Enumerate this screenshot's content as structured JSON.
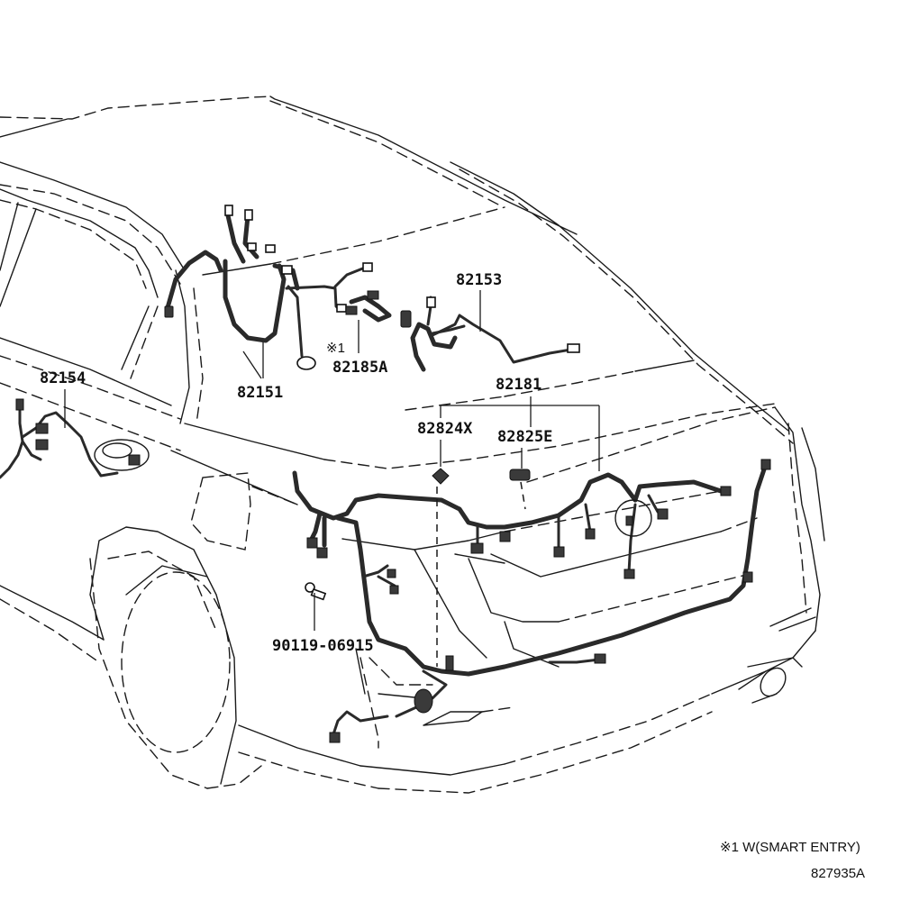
{
  "diagram": {
    "type": "parts-exploded-view",
    "subject": "rear body wiring harness"
  },
  "labels": {
    "p82151": "82151",
    "p82153": "82153",
    "p82154": "82154",
    "p82185A": "82185A",
    "p82185A_mark": "※1",
    "p82181": "82181",
    "p82824X": "82824X",
    "p82825E": "82825E",
    "p90119": "90119-06915"
  },
  "footnote": {
    "note": "※1 W(SMART ENTRY)",
    "figure_id": "827935A"
  }
}
